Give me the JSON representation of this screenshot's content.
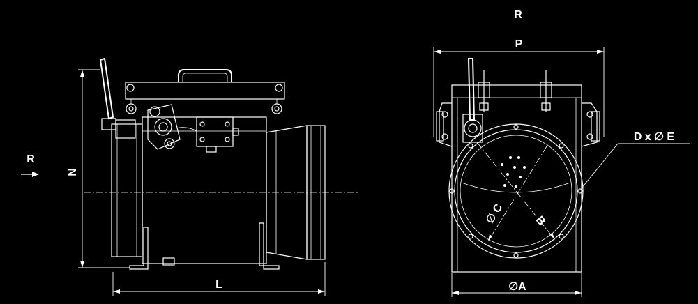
{
  "labels": {
    "r_top": "R",
    "p": "P",
    "d_e": "D x ∅ E",
    "r_side": "R",
    "n": "N",
    "l": "L",
    "a": "∅A",
    "b": "B",
    "c": "∅ C"
  },
  "colors": {
    "background": "#000000",
    "lines": "#ffffff"
  },
  "icons": {
    "arrow": "right-arrow-icon",
    "diameter": "diameter-symbol"
  }
}
